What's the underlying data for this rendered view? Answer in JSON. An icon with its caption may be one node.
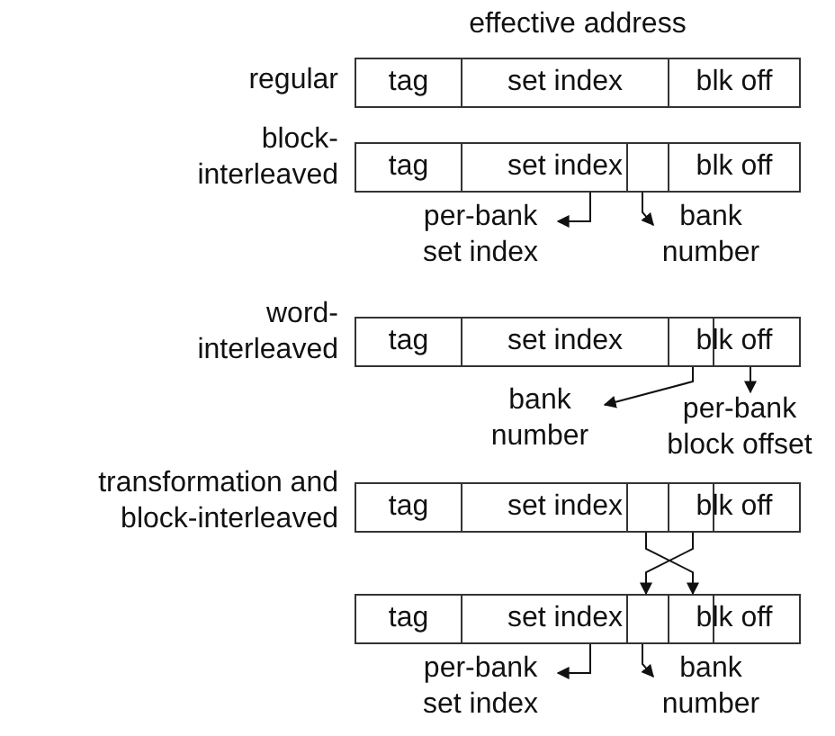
{
  "diagram": {
    "nodes": [
      {
        "text": [
          "tag"
        ]
      },
      {
        "text": [
          "set index"
        ]
      },
      {
        "text": [
          "blk off"
        ]
      },
      {
        "text": [
          "tag"
        ]
      },
      {
        "text": [
          "set index"
        ]
      },
      {
        "text": [],
        "shape": "box",
        "in": 4
      },
      {
        "text": [
          "blk off"
        ]
      },
      {
        "text": [
          "per-bank set index"
        ]
      },
      {
        "text": [
          "bank number"
        ]
      },
      {
        "text": [
          "tag"
        ]
      },
      {
        "text": [
          "set index"
        ]
      },
      {
        "text": [
          "blk off"
        ]
      },
      {
        "text": [],
        "shape": "box",
        "in": 11
      },
      {
        "text": [
          "bank number"
        ]
      },
      {
        "text": [
          "per-bank block offset"
        ]
      },
      {
        "text": [
          "tag"
        ]
      },
      {
        "text": [
          "set index"
        ]
      },
      {
        "text": [],
        "shape": "box",
        "in": 16
      },
      {
        "text": [
          "blk off"
        ]
      },
      {
        "text": [],
        "shape": "box",
        "in": 18
      },
      {
        "text": [
          "tag"
        ]
      },
      {
        "text": [
          "set index"
        ]
      },
      {
        "text": [],
        "shape": "box",
        "in": 21
      },
      {
        "text": [
          "blk off"
        ]
      },
      {
        "text": [],
        "shape": "box",
        "in": 23
      },
      {
        "text": [
          "per-bank set index"
        ]
      },
      {
        "text": [
          "bank number"
        ]
      }
    ],
    "edges": [
      {
        "from": 4,
        "to": 7,
        "arrow": "to"
      },
      {
        "from": 5,
        "to": 8,
        "arrow": "to"
      },
      {
        "from": 12,
        "to": 13,
        "arrow": "to"
      },
      {
        "from": 11,
        "to": 14,
        "arrow": "to"
      },
      {
        "from": 17,
        "to": 24,
        "arrow": "to"
      },
      {
        "from": 19,
        "to": 22,
        "arrow": "to"
      },
      {
        "from": 21,
        "to": 25,
        "arrow": "to"
      },
      {
        "from": 22,
        "to": 26,
        "arrow": "to"
      }
    ],
    "labels": [
      "effective address",
      "regular",
      "block- interleaved",
      "word- interleaved",
      "transformation and block-interleaved"
    ]
  }
}
